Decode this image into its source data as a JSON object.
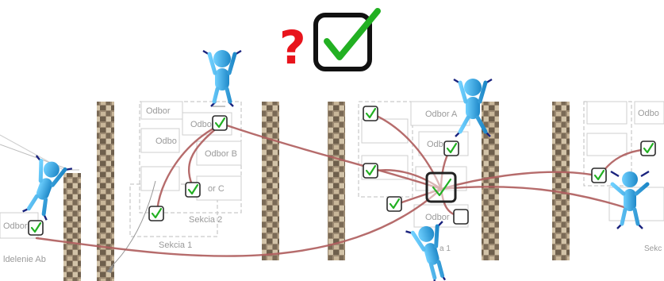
{
  "hero": {
    "question_mark": "?"
  },
  "labels": {
    "odbor_top": "Odbor",
    "odbor_b": "Odbor B",
    "odbor_c": "or C",
    "odbor_short": "Odbo",
    "sekcia_2": "Sekcia 2",
    "sekcia_1": "Sekcia 1",
    "odbor_a": "Odbor A",
    "odbor_mid": "Odbor",
    "odbor_left": "Odbor",
    "oddelenie_ab": "ldelenie Ab",
    "sekcia_1_short": "a 1",
    "odbo_right": "Odbo",
    "sekc_right": "Sekc"
  },
  "colors": {
    "question": "#e8141c",
    "check": "#22b022",
    "link": "#b06060",
    "figure": "#2aa3e0"
  }
}
